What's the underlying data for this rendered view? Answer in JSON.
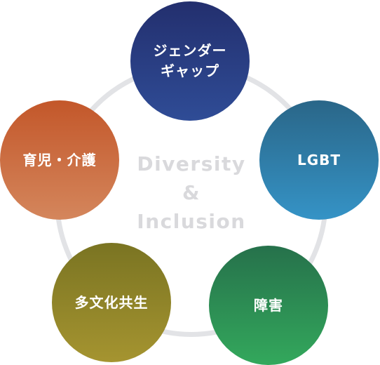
{
  "center": {
    "line1": "Diversity",
    "line2": "&",
    "line3": "Inclusion"
  },
  "nodes": [
    {
      "id": "gender-gap",
      "label_line1": "ジェンダー",
      "label_line2": "ギャップ",
      "color_top": "#232f6e",
      "color_bottom": "#2f4c96"
    },
    {
      "id": "lgbt",
      "label": "LGBT",
      "color_top": "#2a6688",
      "color_bottom": "#3593c6"
    },
    {
      "id": "disability",
      "label": "障害",
      "color_top": "#26714b",
      "color_bottom": "#33a85c"
    },
    {
      "id": "multicultural",
      "label": "多文化共生",
      "color_top": "#7a7422",
      "color_bottom": "#a59430"
    },
    {
      "id": "childcare-nursing",
      "label": "育児・介護",
      "color_top": "#c3572a",
      "color_bottom": "#d4865c"
    }
  ],
  "ring_color": "#e2e3e6",
  "center_text_color": "#d9d9dc"
}
